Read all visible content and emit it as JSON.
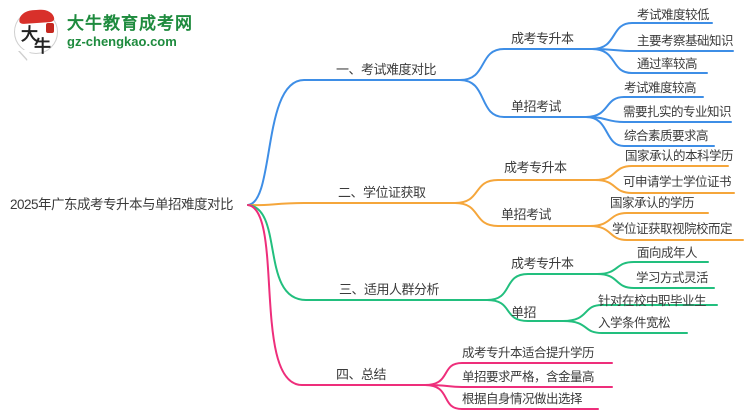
{
  "logo": {
    "icon_char_top": "大",
    "icon_char_bottom": "牛",
    "site_name": "大牛教育成考网",
    "site_url": "gz-chengkao.com",
    "brand_color": "#1e8b3e",
    "seal_color": "#d8302a"
  },
  "root": {
    "title": "2025年广东成考专升本与单招难度对比"
  },
  "branches": [
    {
      "label": "一、考试难度对比",
      "color": "#3e8ee6",
      "children": [
        {
          "label": "成考专升本",
          "leaves": [
            "考试难度较低",
            "主要考察基础知识",
            "通过率较高"
          ]
        },
        {
          "label": "单招考试",
          "leaves": [
            "考试难度较高",
            "需要扎实的专业知识",
            "综合素质要求高"
          ]
        }
      ]
    },
    {
      "label": "二、学位证获取",
      "color": "#f5a63b",
      "children": [
        {
          "label": "成考专升本",
          "leaves": [
            "国家承认的本科学历",
            "可申请学士学位证书"
          ]
        },
        {
          "label": "单招考试",
          "leaves": [
            "国家承认的学历",
            "学位证获取视院校而定"
          ]
        }
      ]
    },
    {
      "label": "三、适用人群分析",
      "color": "#22bf7e",
      "children": [
        {
          "label": "成考专升本",
          "leaves": [
            "面向成年人",
            "学习方式灵活"
          ]
        },
        {
          "label": "单招",
          "leaves": [
            "针对在校中职毕业生",
            "入学条件宽松"
          ]
        }
      ]
    },
    {
      "label": "四、总结",
      "color": "#ee2e7b",
      "children": [],
      "leaves": [
        "成考专升本适合提升学历",
        "单招要求严格，含金量高",
        "根据自身情况做出选择"
      ]
    }
  ]
}
